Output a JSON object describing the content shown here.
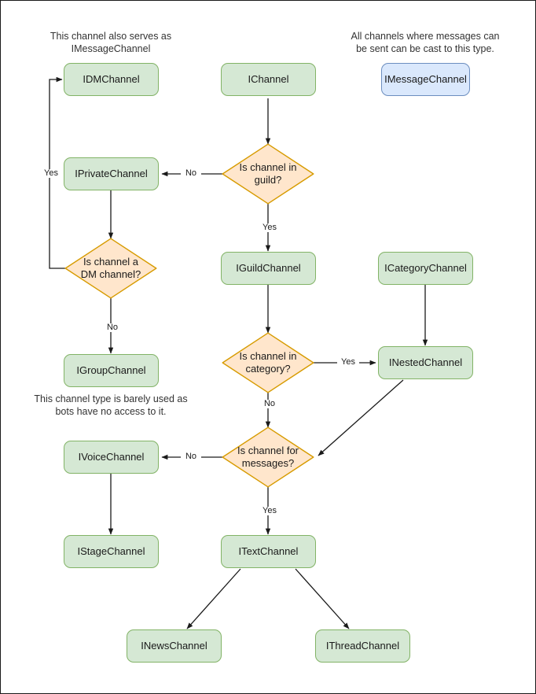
{
  "diagram": {
    "title": "Discord channel type decision flowchart",
    "colors": {
      "green_fill": "#d5e8d4",
      "green_stroke": "#82b366",
      "orange_fill": "#ffe6cc",
      "orange_stroke": "#d79b00",
      "blue_fill": "#dae8fc",
      "blue_stroke": "#6c8ebf",
      "edge_stroke": "#1a1a1a",
      "frame_stroke": "#1a1a1a",
      "background": "#ffffff"
    },
    "captions": [
      {
        "id": "caption-imessagechannel-left",
        "text": "This channel also serves as\nIMessageChannel"
      },
      {
        "id": "caption-imessagechannel-right",
        "text": "All channels where messages can\nbe sent can be cast to this type."
      },
      {
        "id": "caption-igroupchannel",
        "text": "This channel type is barely used as\nbots have no access to it."
      }
    ],
    "nodes": [
      {
        "id": "idmchannel",
        "label": "IDMChannel",
        "shape": "box",
        "color": "green"
      },
      {
        "id": "ichannel",
        "label": "IChannel",
        "shape": "box",
        "color": "green"
      },
      {
        "id": "imessagechannel",
        "label": "IMessageChannel",
        "shape": "box",
        "color": "blue"
      },
      {
        "id": "iprivatechannel",
        "label": "IPrivateChannel",
        "shape": "box",
        "color": "green"
      },
      {
        "id": "is-channel-in-guild",
        "label": "Is channel in\nguild?",
        "shape": "diamond",
        "color": "orange"
      },
      {
        "id": "is-channel-a-dm-channel",
        "label": "Is channel a\nDM channel?",
        "shape": "diamond",
        "color": "orange"
      },
      {
        "id": "iguildchannel",
        "label": "IGuildChannel",
        "shape": "box",
        "color": "green"
      },
      {
        "id": "icategorychannel",
        "label": "ICategoryChannel",
        "shape": "box",
        "color": "green"
      },
      {
        "id": "igroupchannel",
        "label": "IGroupChannel",
        "shape": "box",
        "color": "green"
      },
      {
        "id": "is-channel-in-category",
        "label": "Is channel in\ncategory?",
        "shape": "diamond",
        "color": "orange"
      },
      {
        "id": "inestedchannel",
        "label": "INestedChannel",
        "shape": "box",
        "color": "green"
      },
      {
        "id": "ivoicechannel",
        "label": "IVoiceChannel",
        "shape": "box",
        "color": "green"
      },
      {
        "id": "is-channel-for-messages",
        "label": "Is channel for\nmessages?",
        "shape": "diamond",
        "color": "orange"
      },
      {
        "id": "istagechannel",
        "label": "IStageChannel",
        "shape": "box",
        "color": "green"
      },
      {
        "id": "itextchannel",
        "label": "ITextChannel",
        "shape": "box",
        "color": "green"
      },
      {
        "id": "inewschannel",
        "label": "INewsChannel",
        "shape": "box",
        "color": "green"
      },
      {
        "id": "ithreadchannel",
        "label": "IThreadChannel",
        "shape": "box",
        "color": "green"
      }
    ],
    "edge_labels": [
      {
        "id": "edge-label-guild-no",
        "text": "No"
      },
      {
        "id": "edge-label-guild-yes",
        "text": "Yes"
      },
      {
        "id": "edge-label-dm-yes",
        "text": "Yes"
      },
      {
        "id": "edge-label-dm-no",
        "text": "No"
      },
      {
        "id": "edge-label-category-yes",
        "text": "Yes"
      },
      {
        "id": "edge-label-category-no",
        "text": "No"
      },
      {
        "id": "edge-label-messages-no",
        "text": "No"
      },
      {
        "id": "edge-label-messages-yes",
        "text": "Yes"
      }
    ],
    "edges": [
      {
        "from": "ichannel",
        "to": "is-channel-in-guild",
        "label": ""
      },
      {
        "from": "is-channel-in-guild",
        "to": "iprivatechannel",
        "label": "No"
      },
      {
        "from": "is-channel-in-guild",
        "to": "iguildchannel",
        "label": "Yes"
      },
      {
        "from": "iprivatechannel",
        "to": "is-channel-a-dm-channel",
        "label": ""
      },
      {
        "from": "is-channel-a-dm-channel",
        "to": "idmchannel",
        "label": "Yes"
      },
      {
        "from": "is-channel-a-dm-channel",
        "to": "igroupchannel",
        "label": "No"
      },
      {
        "from": "iguildchannel",
        "to": "is-channel-in-category",
        "label": ""
      },
      {
        "from": "is-channel-in-category",
        "to": "inestedchannel",
        "label": "Yes"
      },
      {
        "from": "is-channel-in-category",
        "to": "is-channel-for-messages",
        "label": "No"
      },
      {
        "from": "icategorychannel",
        "to": "inestedchannel",
        "label": ""
      },
      {
        "from": "inestedchannel",
        "to": "is-channel-for-messages",
        "label": ""
      },
      {
        "from": "is-channel-for-messages",
        "to": "ivoicechannel",
        "label": "No"
      },
      {
        "from": "is-channel-for-messages",
        "to": "itextchannel",
        "label": "Yes"
      },
      {
        "from": "ivoicechannel",
        "to": "istagechannel",
        "label": ""
      },
      {
        "from": "itextchannel",
        "to": "inewschannel",
        "label": ""
      },
      {
        "from": "itextchannel",
        "to": "ithreadchannel",
        "label": ""
      }
    ]
  }
}
